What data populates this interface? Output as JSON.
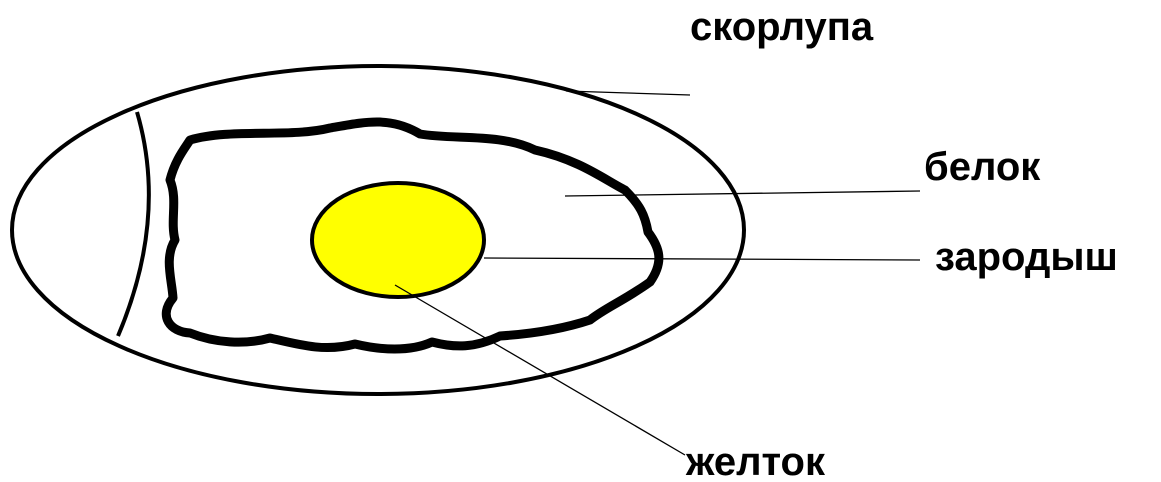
{
  "labels": {
    "shell": "скорлупа",
    "albumen": "белок",
    "embryo": "зародыш",
    "yolk": "желток"
  },
  "colors": {
    "yolk": "#ffff00",
    "outline": "#000000",
    "background": "#ffffff"
  }
}
